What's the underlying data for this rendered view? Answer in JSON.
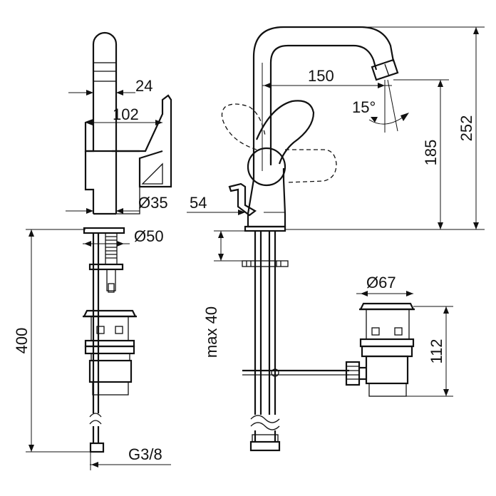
{
  "labels": {
    "d24": "24",
    "d102": "102",
    "d35": "Ø35",
    "d50": "Ø50",
    "d400": "400",
    "d150": "150",
    "d15": "15°",
    "d185": "185",
    "d252": "252",
    "d54": "54",
    "dmax40": "max 40",
    "d67": "Ø67",
    "d112": "112",
    "g38": "G3/8"
  }
}
